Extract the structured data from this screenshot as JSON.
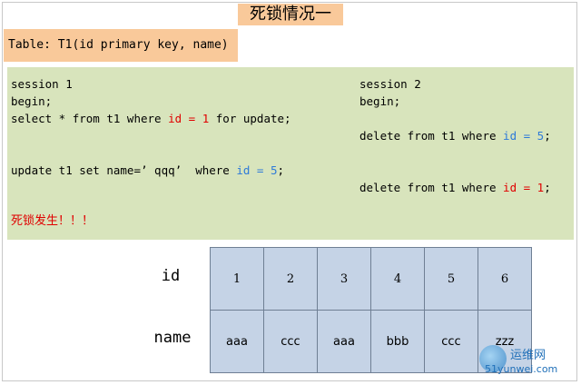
{
  "title": "死锁情况一",
  "table_def": "Table: T1(id primary key, name)",
  "session1": {
    "header": "session 1",
    "begin": "begin;",
    "select_prefix": "select * from t1 where ",
    "select_cond": "id = 1",
    "select_suffix": " for update;",
    "update_prefix": "update t1 set name=’ qqq’  where ",
    "update_cond": "id = 5",
    "update_suffix": ";"
  },
  "session2": {
    "header": "session 2",
    "begin": "begin;",
    "delete1_prefix": "delete from t1 where ",
    "delete1_cond": "id = 5",
    "delete1_suffix": ";",
    "delete2_prefix": "delete from t1 where ",
    "delete2_cond": "id = 1",
    "delete2_suffix": ";"
  },
  "deadlock_text": "死锁发生！！！",
  "rows": {
    "id_label": "id",
    "name_label": "name",
    "ids": [
      "1",
      "2",
      "3",
      "4",
      "5",
      "6"
    ],
    "names": [
      "aaa",
      "ccc",
      "aaa",
      "bbb",
      "ccc",
      "zzz"
    ]
  },
  "watermark": {
    "main": "运维网",
    "sub": "51yunwei.com"
  }
}
